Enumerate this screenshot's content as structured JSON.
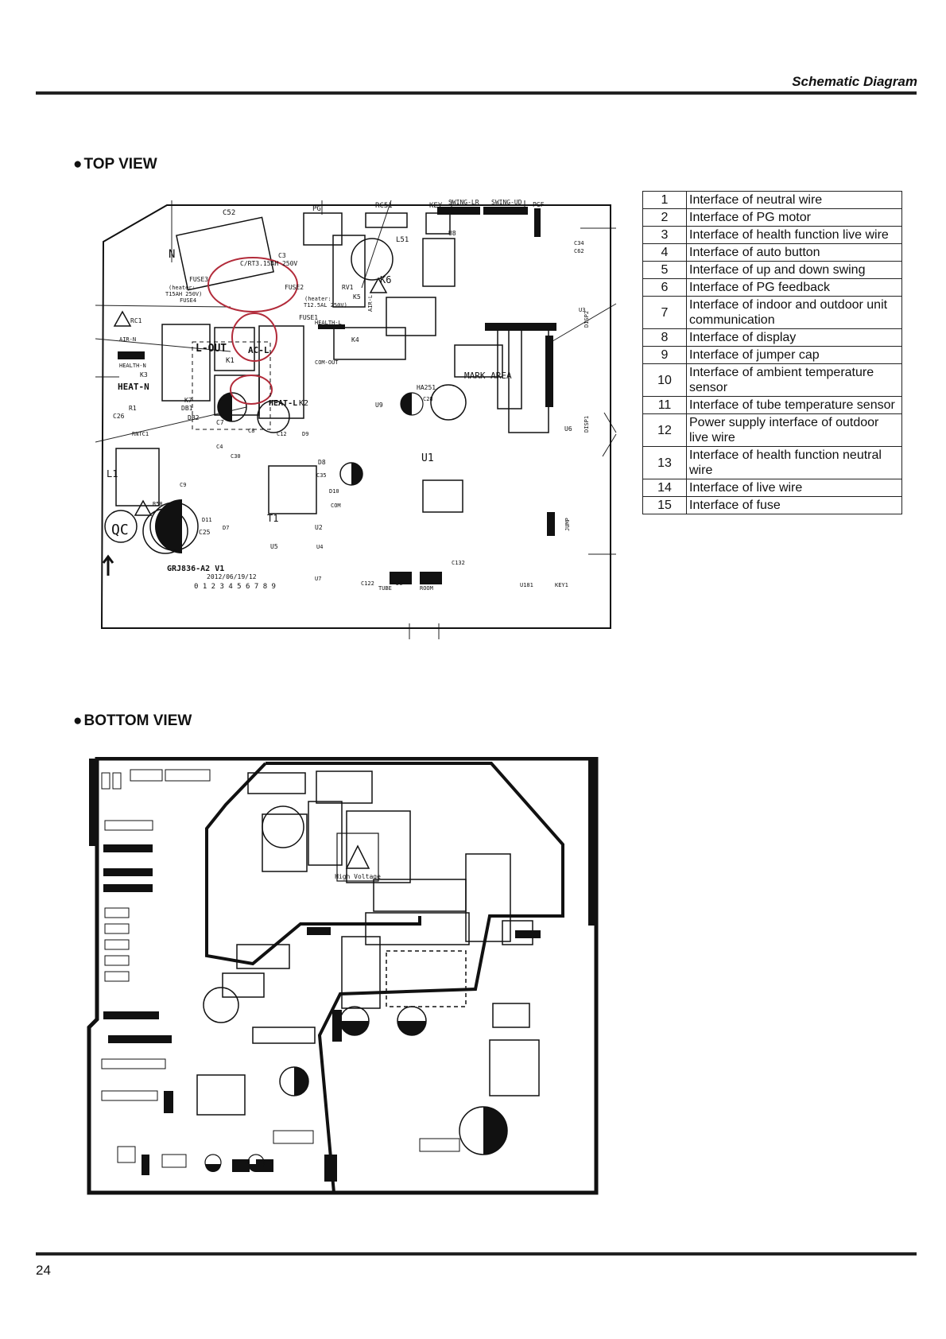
{
  "header": {
    "title": "Schematic Diagram"
  },
  "sections": {
    "top_view": {
      "bullet": "●",
      "title": "TOP VIEW"
    },
    "bottom_view": {
      "bullet": "●",
      "title": "BOTTOM VIEW"
    }
  },
  "legend": [
    {
      "num": "1",
      "text": "Interface of neutral wire"
    },
    {
      "num": "2",
      "text": "Interface of PG motor"
    },
    {
      "num": "3",
      "text": "Interface of health function live wire"
    },
    {
      "num": "4",
      "text": "Interface of auto button"
    },
    {
      "num": "5",
      "text": "Interface of up and down swing"
    },
    {
      "num": "6",
      "text": "Interface of PG feedback"
    },
    {
      "num": "7",
      "text": "Interface of indoor and outdoor unit communication"
    },
    {
      "num": "8",
      "text": "Interface of display"
    },
    {
      "num": "9",
      "text": "Interface of jumper cap"
    },
    {
      "num": "10",
      "text": "Interface of ambient temperature sensor"
    },
    {
      "num": "11",
      "text": "Interface of tube temperature sensor"
    },
    {
      "num": "12",
      "text": "Power supply interface of outdoor live wire"
    },
    {
      "num": "13",
      "text": "Interface of health function neutral wire"
    },
    {
      "num": "14",
      "text": "Interface of live wire"
    },
    {
      "num": "15",
      "text": "Interface of fuse"
    }
  ],
  "top_board": {
    "labels": {
      "pg": "PG",
      "rc51": "RC51",
      "key": "KEY",
      "swing_lr": "SWING-LR",
      "swing_ud": "SWING-UD",
      "pgf": "PGF",
      "c52": "C52",
      "n": "N",
      "l51": "L51",
      "u8": "U8",
      "c3": "C3",
      "fuse3": "FUSE3",
      "fuse2": "FUSE2",
      "fuse4": "FUSE4",
      "fuse1": "FUSE1",
      "rv1": "RV1",
      "k6": "K6",
      "k5": "K5",
      "rc1": "RC1",
      "air_n": "AIR-N",
      "air_l": "AIR-L",
      "health_l": "HEALTH-L",
      "health_n": "HEALTH-N",
      "k4": "K4",
      "l_out": "L-OUT",
      "ac_l": "AC-L",
      "k1": "K1",
      "k3": "K3",
      "heat_n": "HEAT-N",
      "heat_l": "HEAT-L",
      "k2": "K2",
      "k7": "K7",
      "com_out": "COM-OUT",
      "mark_area": "MARK AREA",
      "u9": "U9",
      "ha251": "HA251",
      "c28": "C28",
      "r1": "R1",
      "db1": "DB1",
      "db2": "DB2",
      "c26": "C26",
      "c7": "C7",
      "c8": "C8",
      "c12": "C12",
      "d9": "D9",
      "rntc1": "RNTC1",
      "c4": "C4",
      "c30": "C30",
      "l1": "L1",
      "c9": "C9",
      "r58": "R58",
      "u1": "U1",
      "d8": "D8",
      "c35": "C35",
      "d10": "D10",
      "com": "COM",
      "t1": "T1",
      "u2": "U2",
      "u5": "U5",
      "u4": "U4",
      "u7": "U7",
      "qc": "QC",
      "c25": "C25",
      "d7": "D7",
      "d11": "D11",
      "board_id": "GRJ836-A2 V1",
      "board_date": "2012/06/19/12",
      "tube": "TUBE",
      "room": "ROOM",
      "j6": "J6",
      "c122": "C122",
      "c132": "C132",
      "u181": "U181",
      "key1": "KEY1",
      "jump": "JUMP",
      "disp1": "DISP1",
      "disp2": "DISP2",
      "u6": "U6",
      "u3": "U3",
      "c34": "C34",
      "c62": "C62",
      "heater_a": "(heater:",
      "heater_a2": "T15AH 250V)",
      "heater_b": "(heater:",
      "heater_b2": "T12.5AL 250V)",
      "fuse_rating": "C/RT3.15AH 250V",
      "digits": "0 1 2 3 4 5 6 7 8 9"
    }
  },
  "bottom_board": {
    "labels": {
      "high_voltage": "High Voltage"
    }
  },
  "footer": {
    "page_number": "24"
  }
}
